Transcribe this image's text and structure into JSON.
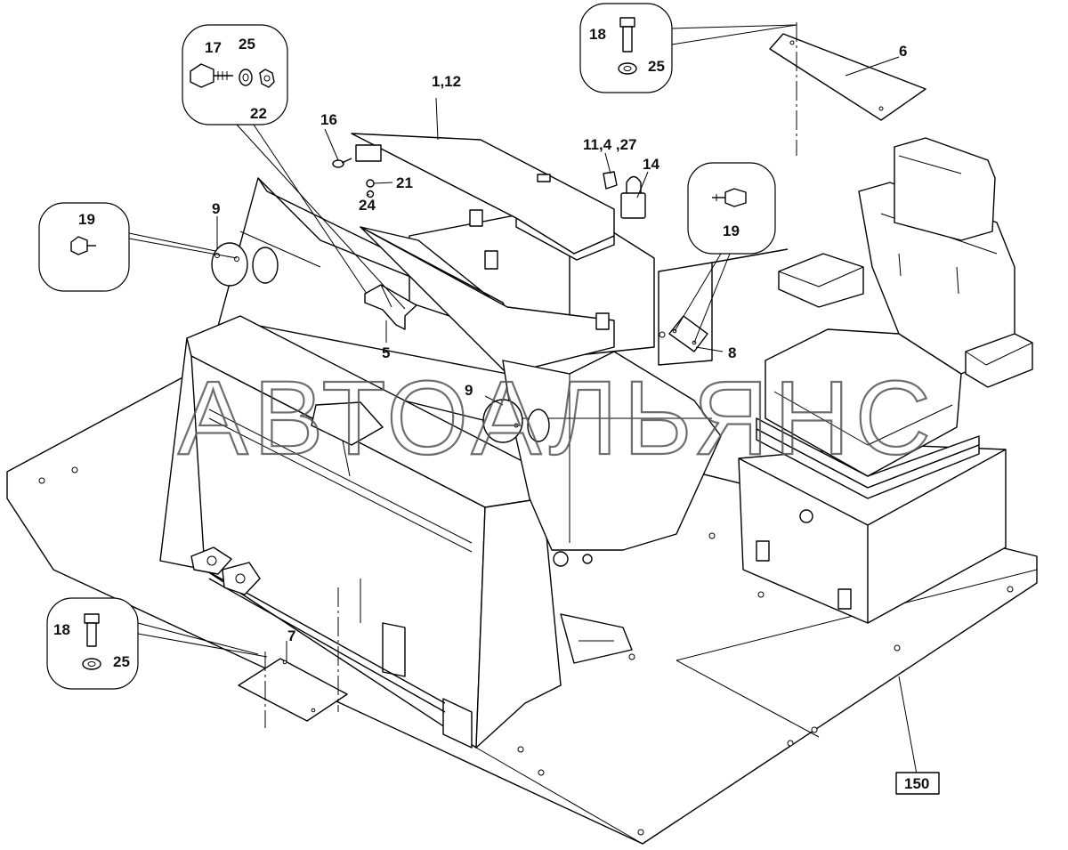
{
  "diagram": {
    "watermark": "АВТОАЛЬЯНС",
    "labels": {
      "l_17": "17",
      "l_25a": "25",
      "l_22": "22",
      "l_18a": "18",
      "l_25b": "25",
      "l_6": "6",
      "l_1_12": "1,12",
      "l_16": "16",
      "l_11_4_27": "11,4 ,27",
      "l_14": "14",
      "l_21": "21",
      "l_24": "24",
      "l_19a": "19",
      "l_9a": "9",
      "l_19b": "19",
      "l_5": "5",
      "l_8": "8",
      "l_9b": "9",
      "l_18b": "18",
      "l_25c": "25",
      "l_7": "7",
      "l_150": "150"
    }
  }
}
